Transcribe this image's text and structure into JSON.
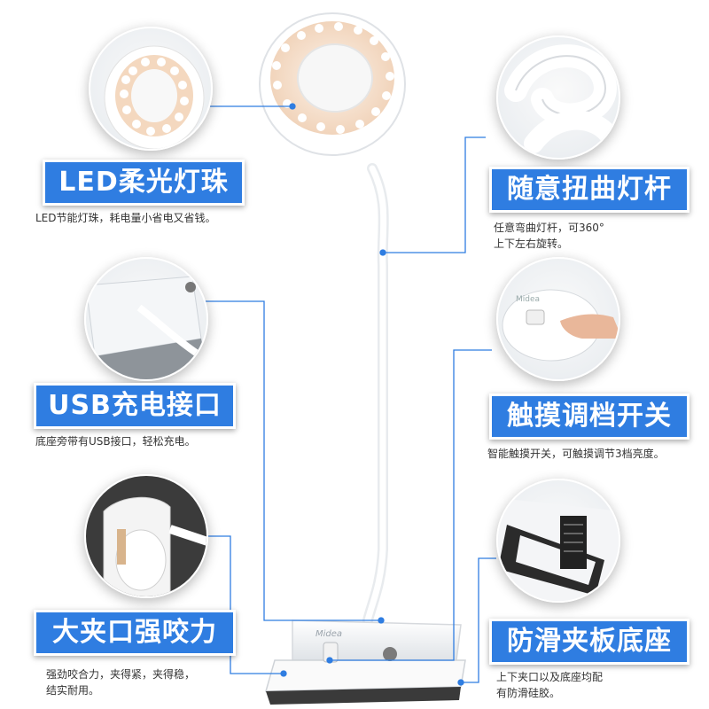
{
  "features": [
    {
      "title": "LED柔光灯珠",
      "desc": "LED节能灯珠，耗电量小省电又省钱。"
    },
    {
      "title": "随意扭曲灯杆",
      "desc": "任意弯曲灯杆，可360°\n上下左右旋转。"
    },
    {
      "title": "USB充电接口",
      "desc": "底座旁带有USB接口，轻松充电。"
    },
    {
      "title": "触摸调档开关",
      "desc": "智能触摸开关，可触摸调节3档亮度。"
    },
    {
      "title": "大夹口强咬力",
      "desc": "强劲咬合力，夹得紧，夹得稳，\n结实耐用。"
    },
    {
      "title": "防滑夹板底座",
      "desc": "上下夹口以及底座均配\n有防滑硅胶。"
    }
  ],
  "brand_logo": "Midea",
  "colors": {
    "label_blue": "#2f7de1",
    "connector_blue": "#2f7de1"
  }
}
